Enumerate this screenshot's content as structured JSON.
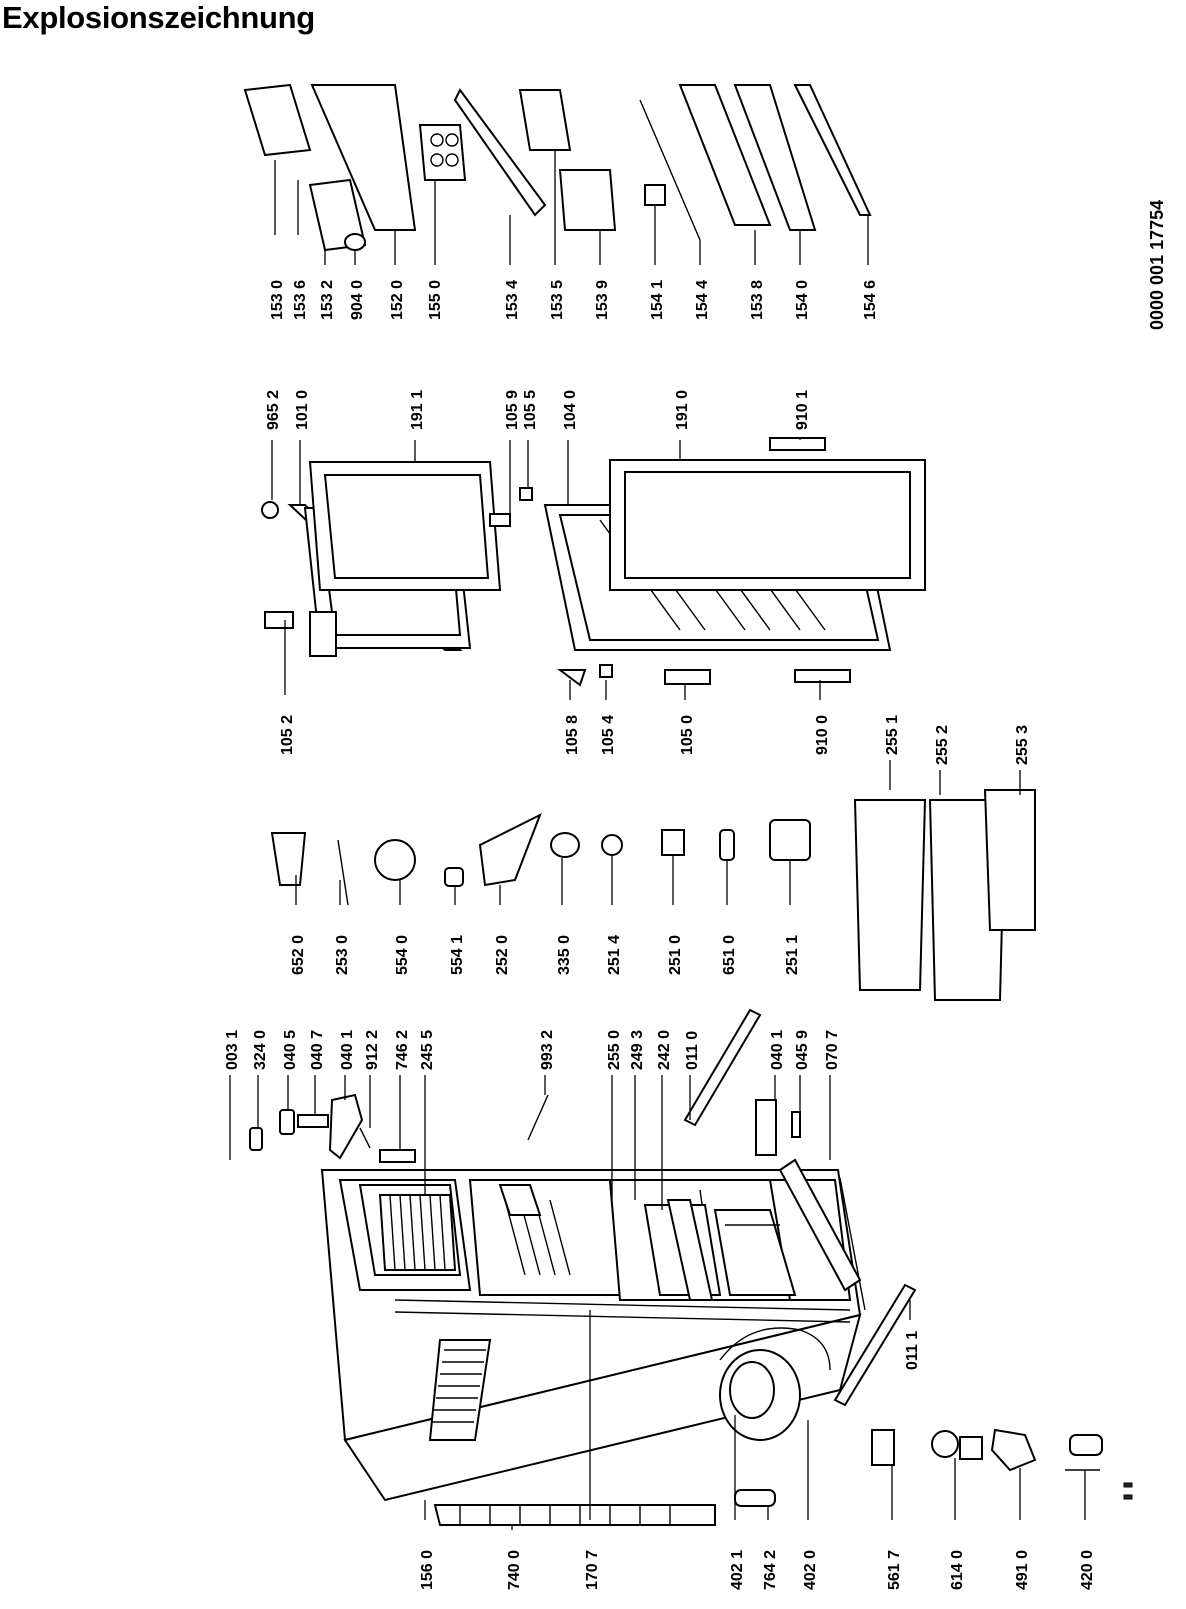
{
  "title": "Explosionszeichnung",
  "document_number": "0000 001 17754",
  "callouts": [
    {
      "id": "c-1530",
      "label": "153 0"
    },
    {
      "id": "c-1536",
      "label": "153 6"
    },
    {
      "id": "c-1532",
      "label": "153 2"
    },
    {
      "id": "c-9040",
      "label": "904 0"
    },
    {
      "id": "c-1520",
      "label": "152 0"
    },
    {
      "id": "c-1550",
      "label": "155 0"
    },
    {
      "id": "c-1534",
      "label": "153 4"
    },
    {
      "id": "c-1535",
      "label": "153 5"
    },
    {
      "id": "c-1539",
      "label": "153 9"
    },
    {
      "id": "c-1541",
      "label": "154 1"
    },
    {
      "id": "c-1544",
      "label": "154 4"
    },
    {
      "id": "c-1538",
      "label": "153 8"
    },
    {
      "id": "c-1540",
      "label": "154 0"
    },
    {
      "id": "c-1546",
      "label": "154 6"
    },
    {
      "id": "c-9652",
      "label": "965 2"
    },
    {
      "id": "c-1010",
      "label": "101 0"
    },
    {
      "id": "c-1911",
      "label": "191 1"
    },
    {
      "id": "c-1059",
      "label": "105 9"
    },
    {
      "id": "c-1055",
      "label": "105 5"
    },
    {
      "id": "c-1040",
      "label": "104 0"
    },
    {
      "id": "c-1910",
      "label": "191 0"
    },
    {
      "id": "c-9101",
      "label": "910 1"
    },
    {
      "id": "c-1052",
      "label": "105 2"
    },
    {
      "id": "c-1058",
      "label": "105 8"
    },
    {
      "id": "c-1054",
      "label": "105 4"
    },
    {
      "id": "c-1050",
      "label": "105 0"
    },
    {
      "id": "c-9100",
      "label": "910 0"
    },
    {
      "id": "c-2551",
      "label": "255 1"
    },
    {
      "id": "c-2552",
      "label": "255 2"
    },
    {
      "id": "c-2553",
      "label": "255 3"
    },
    {
      "id": "c-6520",
      "label": "652 0"
    },
    {
      "id": "c-2530",
      "label": "253 0"
    },
    {
      "id": "c-5540",
      "label": "554 0"
    },
    {
      "id": "c-5541",
      "label": "554 1"
    },
    {
      "id": "c-2520",
      "label": "252 0"
    },
    {
      "id": "c-3350",
      "label": "335 0"
    },
    {
      "id": "c-2514",
      "label": "251 4"
    },
    {
      "id": "c-2510",
      "label": "251 0"
    },
    {
      "id": "c-6510",
      "label": "651 0"
    },
    {
      "id": "c-2511",
      "label": "251 1"
    },
    {
      "id": "c-0031",
      "label": "003 1"
    },
    {
      "id": "c-3240",
      "label": "324 0"
    },
    {
      "id": "c-0405",
      "label": "040 5"
    },
    {
      "id": "c-0407",
      "label": "040 7"
    },
    {
      "id": "c-0401a",
      "label": "040 1"
    },
    {
      "id": "c-9122",
      "label": "912 2"
    },
    {
      "id": "c-7462",
      "label": "746 2"
    },
    {
      "id": "c-2455",
      "label": "245 5"
    },
    {
      "id": "c-9932",
      "label": "993 2"
    },
    {
      "id": "c-2550",
      "label": "255 0"
    },
    {
      "id": "c-2493",
      "label": "249 3"
    },
    {
      "id": "c-2420",
      "label": "242 0"
    },
    {
      "id": "c-0110",
      "label": "011 0"
    },
    {
      "id": "c-0401b",
      "label": "040 1"
    },
    {
      "id": "c-0459",
      "label": "045 9"
    },
    {
      "id": "c-0707",
      "label": "070 7"
    },
    {
      "id": "c-0111",
      "label": "011 1"
    },
    {
      "id": "c-1560",
      "label": "156 0"
    },
    {
      "id": "c-7400",
      "label": "740 0"
    },
    {
      "id": "c-1707",
      "label": "170 7"
    },
    {
      "id": "c-4021",
      "label": "402 1"
    },
    {
      "id": "c-7642",
      "label": "764 2"
    },
    {
      "id": "c-4020",
      "label": "402 0"
    },
    {
      "id": "c-5617",
      "label": "561 7"
    },
    {
      "id": "c-6140",
      "label": "614 0"
    },
    {
      "id": "c-4910",
      "label": "491 0"
    },
    {
      "id": "c-4200",
      "label": "420 0"
    }
  ]
}
